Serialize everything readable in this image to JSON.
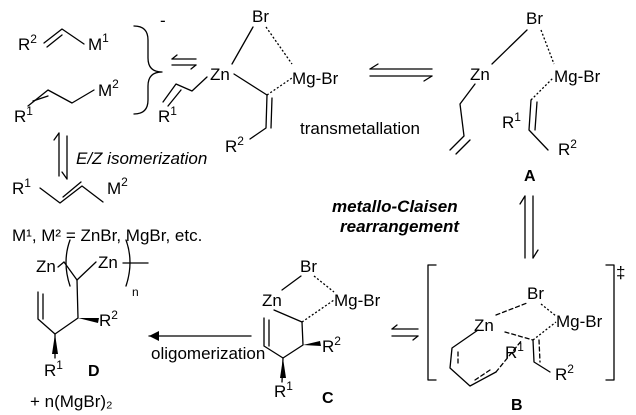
{
  "reagents": {
    "r2": "R",
    "r2_sup": "2",
    "m1": "M",
    "m1_sup": "1",
    "m2": "M",
    "m2_sup": "2",
    "r1": "R",
    "r1_sup": "1",
    "charge": "-"
  },
  "atoms": {
    "zn": "Zn",
    "mgbr": "Mg-Br",
    "br": "Br",
    "r": "R",
    "s1": "1",
    "s2": "2"
  },
  "labels": {
    "transmetallation": "transmetallation",
    "ez_isomerization": "E/Z isomerization",
    "metallo_claisen_line1": "metallo-Claisen",
    "metallo_claisen_line2": "rearrangement",
    "m_definition": "M¹, M² = ZnBr, MgBr, etc.",
    "oligomerization": "oligomerization",
    "byproduct": "+ n(MgBr)₂",
    "n": "n",
    "double_dagger": "‡"
  },
  "compounds": {
    "A": "A",
    "B": "B",
    "C": "C",
    "D": "D"
  }
}
